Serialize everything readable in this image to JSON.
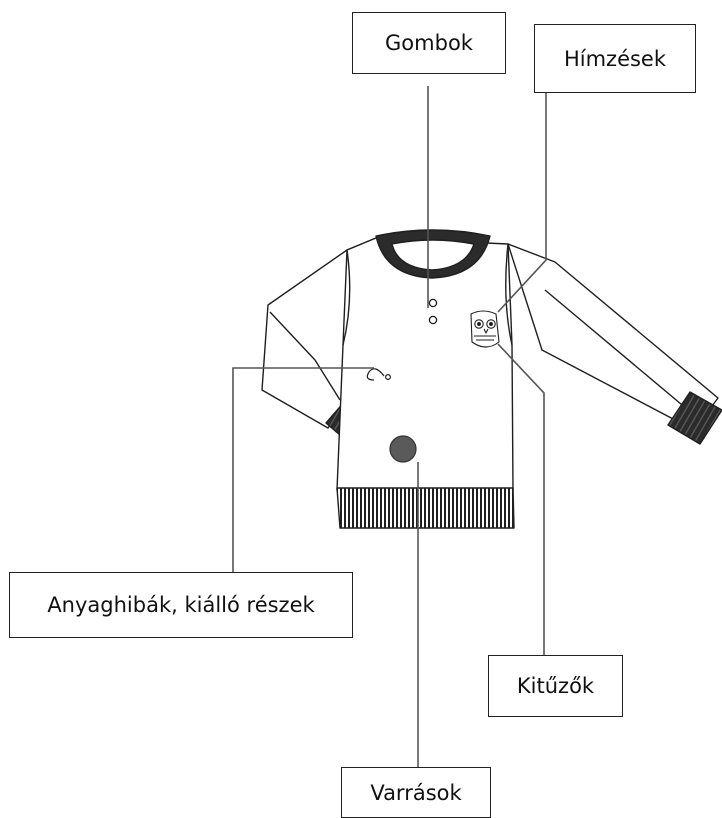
{
  "labels": {
    "buttons": "Gombok",
    "embroidery": "Hímzések",
    "defects": "Anyaghibák, kiálló részek",
    "pins": "Kitűzők",
    "seams": "Varrások"
  },
  "colors": {
    "line": "#1f1f1f",
    "rib": "#2b2b2b",
    "seam_dot": "#5a5a5a",
    "label_border": "#222222"
  }
}
